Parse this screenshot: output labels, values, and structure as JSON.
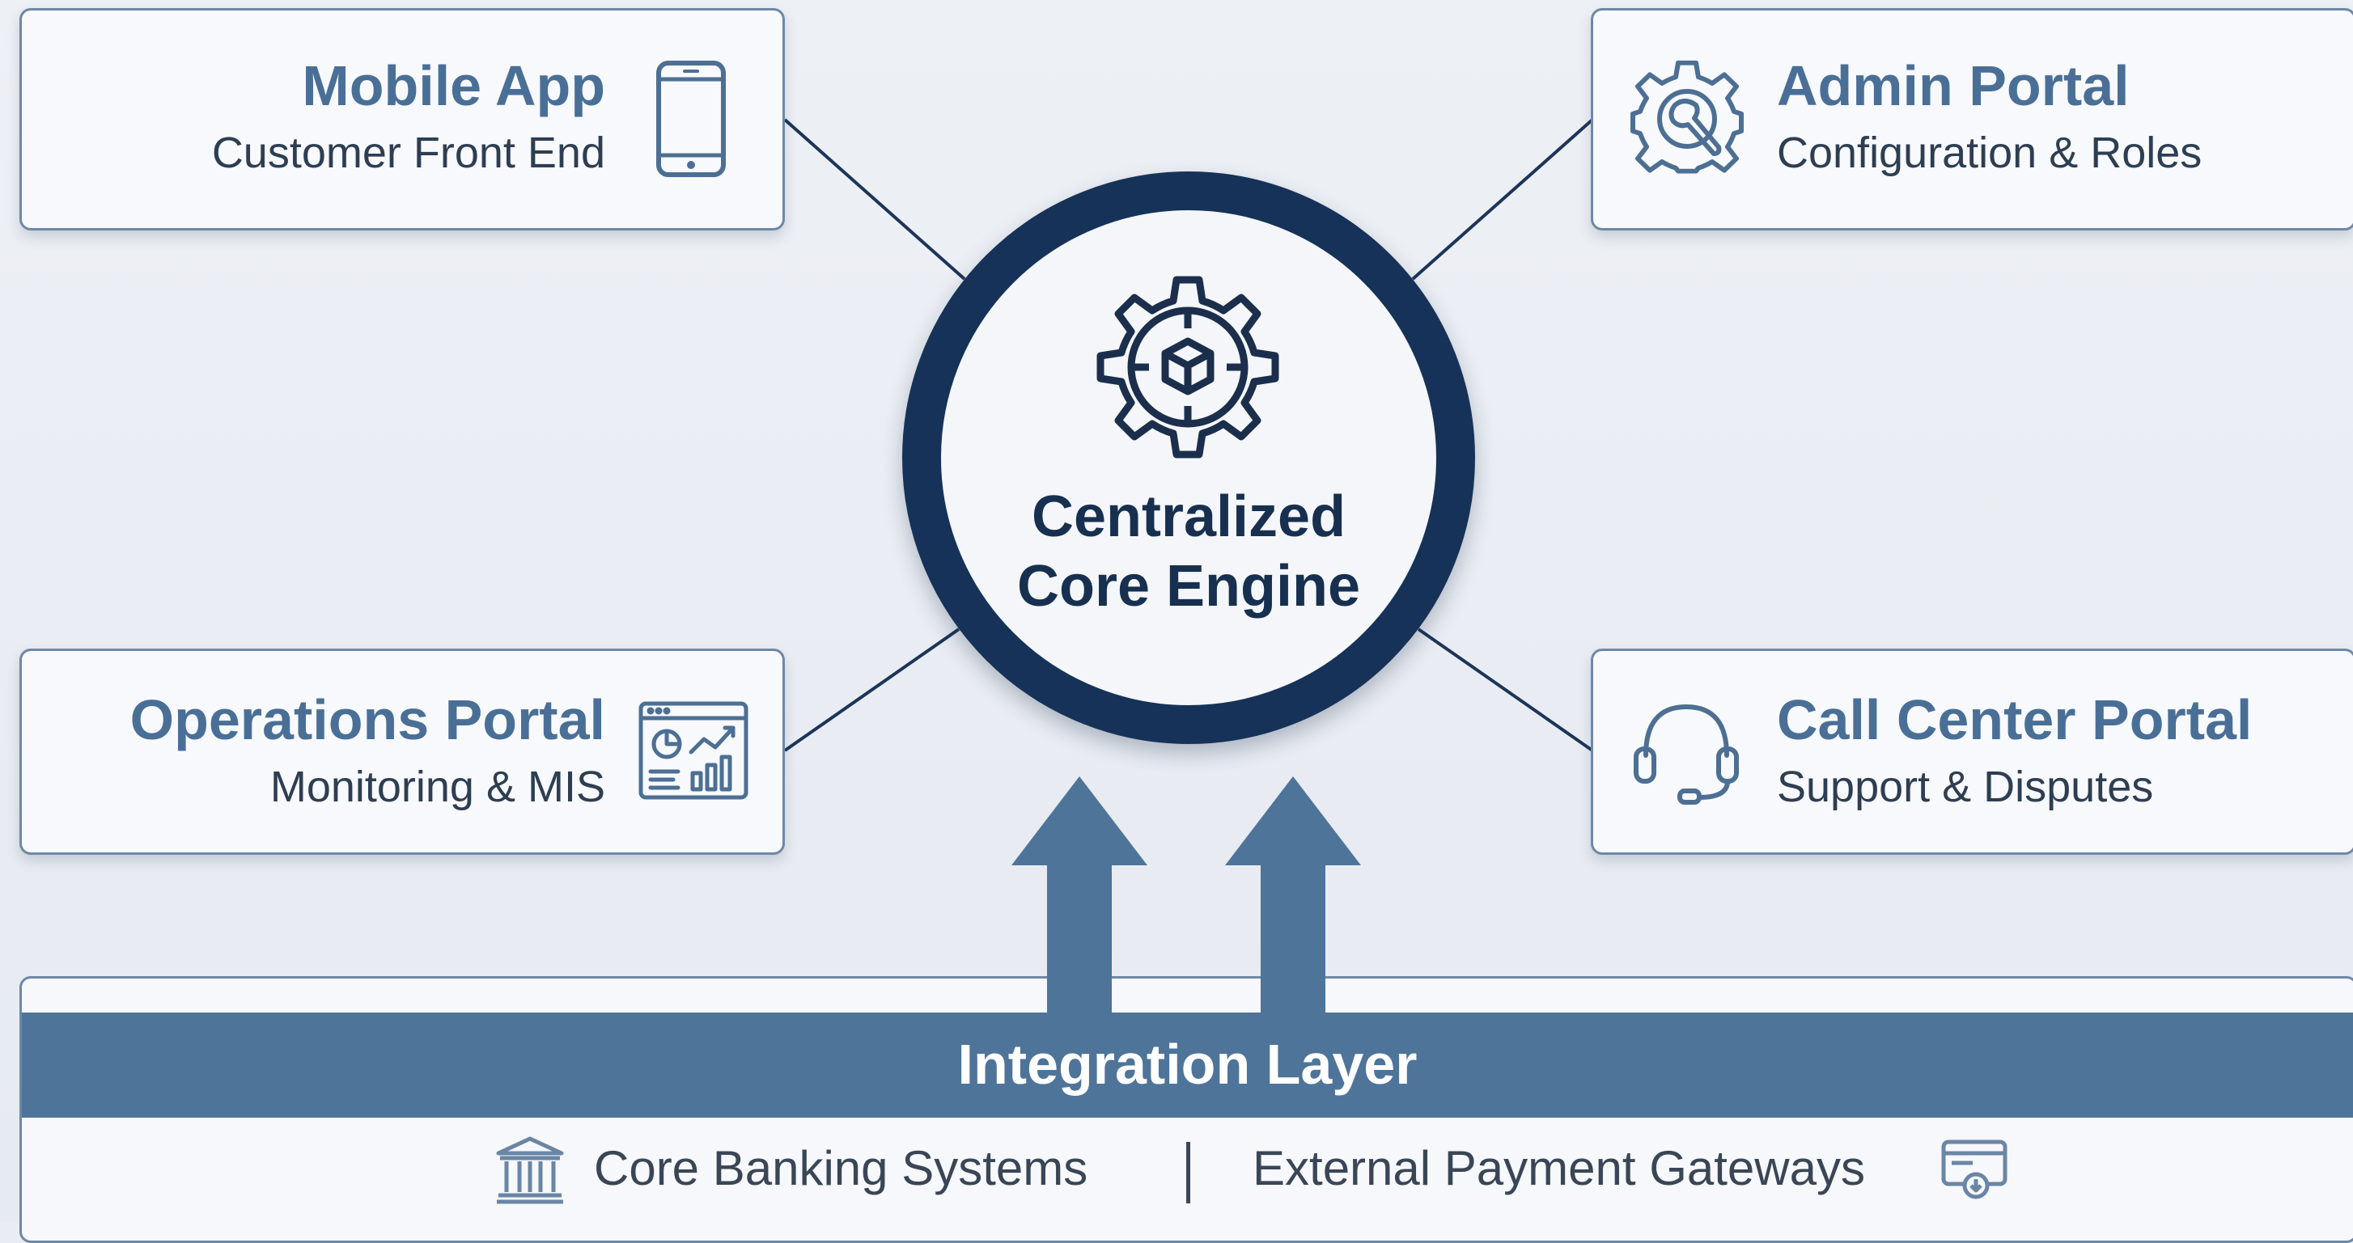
{
  "diagram": {
    "core": {
      "title_line1": "Centralized",
      "title_line2": "Core Engine",
      "icon": "gear-cube-icon"
    },
    "cards": {
      "mobile_app": {
        "title": "Mobile App",
        "subtitle": "Customer Front End",
        "icon": "smartphone-icon"
      },
      "admin_portal": {
        "title": "Admin Portal",
        "subtitle": "Configuration & Roles",
        "icon": "gear-wrench-icon"
      },
      "operations_portal": {
        "title": "Operations Portal",
        "subtitle": "Monitoring & MIS",
        "icon": "dashboard-chart-icon"
      },
      "call_center_portal": {
        "title": "Call Center Portal",
        "subtitle": "Support & Disputes",
        "icon": "headset-icon"
      }
    },
    "integration": {
      "title": "Integration Layer",
      "systems": [
        {
          "label": "Core Banking Systems",
          "icon": "bank-icon"
        },
        {
          "label": "External Payment Gateways",
          "icon": "payment-card-icon"
        }
      ],
      "separator": "|"
    },
    "colors": {
      "navy": "#163258",
      "steel_blue": "#4f7499",
      "title_blue": "#4a6f97",
      "card_border": "#6f88a6",
      "background": "#e9edf3"
    }
  }
}
